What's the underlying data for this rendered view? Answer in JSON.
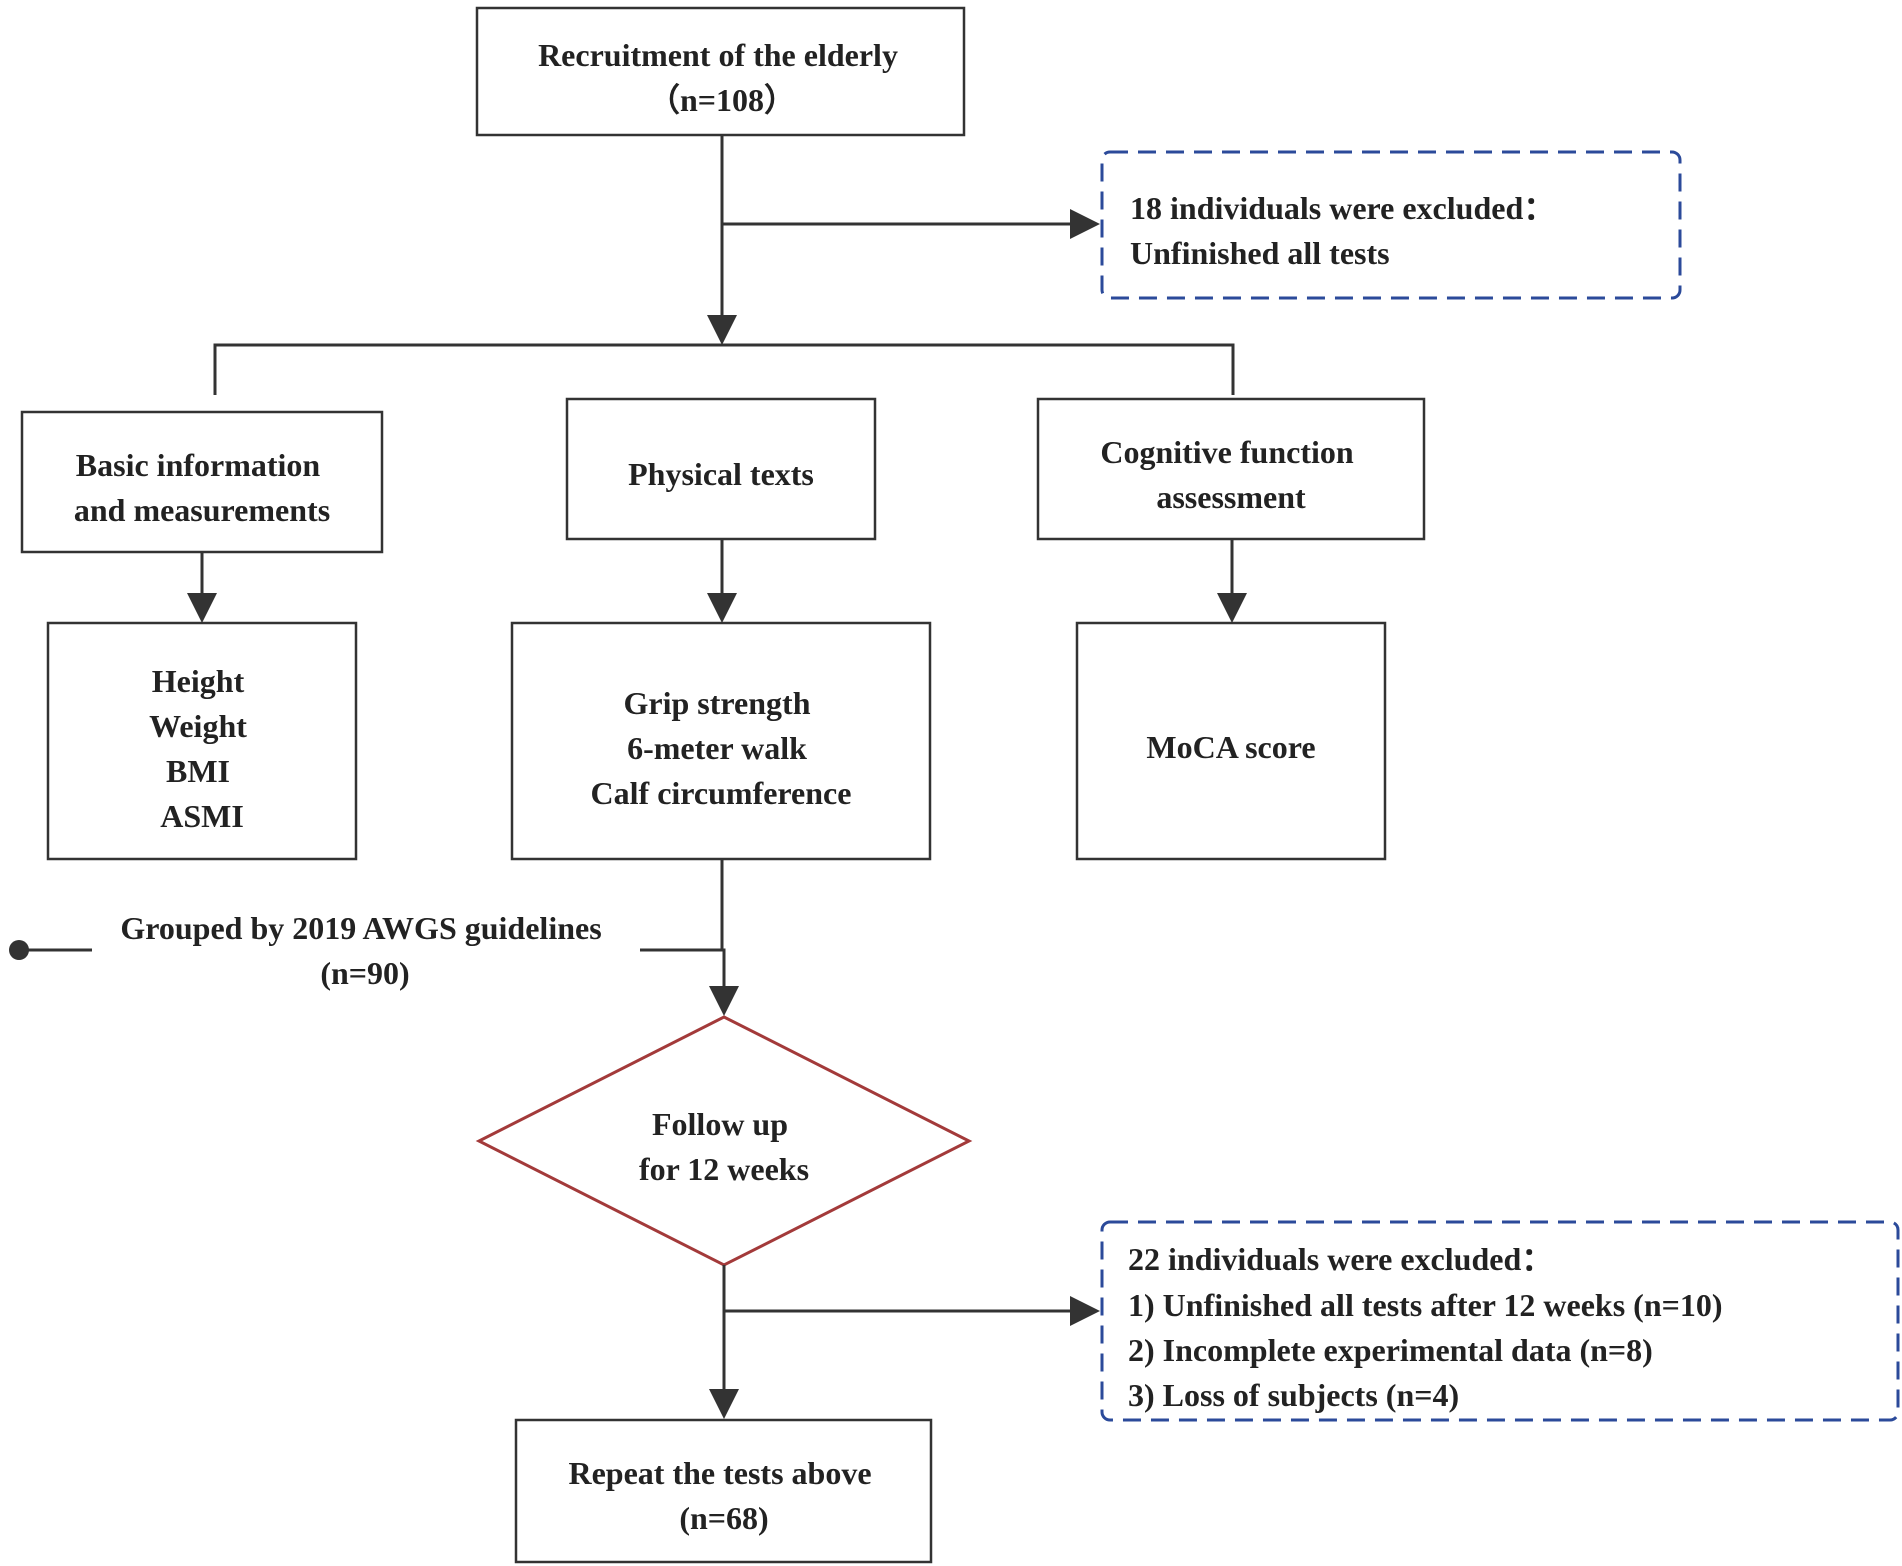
{
  "nodes": {
    "recruitment": {
      "lines": [
        "Recruitment of the elderly",
        "（n=108）"
      ]
    },
    "excluded1": {
      "lines": [
        "18 individuals were excluded：",
        "Unfinished all tests"
      ]
    },
    "basic": {
      "lines": [
        "Basic information",
        "and measurements"
      ]
    },
    "physical": {
      "lines": [
        "Physical texts"
      ]
    },
    "cognitive": {
      "lines": [
        "Cognitive function",
        "assessment"
      ]
    },
    "basic_items": {
      "lines": [
        "Height",
        "Weight",
        "BMI",
        "ASMI"
      ]
    },
    "physical_items": {
      "lines": [
        "Grip strength",
        "6-meter walk",
        "Calf circumference"
      ]
    },
    "cognitive_items": {
      "lines": [
        "MoCA score"
      ]
    },
    "grouped": {
      "lines": [
        "Grouped by 2019 AWGS guidelines",
        "(n=90)"
      ]
    },
    "followup": {
      "lines": [
        "Follow up",
        "for 12 weeks"
      ]
    },
    "excluded2": {
      "lines": [
        "22 individuals were excluded：",
        "1) Unfinished all tests after 12 weeks (n=10)",
        "2) Incomplete experimental data (n=8)",
        "3) Loss of subjects (n=4)"
      ]
    },
    "repeat": {
      "lines": [
        "Repeat the tests above",
        "(n=68)"
      ]
    }
  },
  "colors": {
    "line": "#333333",
    "text": "#222222",
    "dashed_border": "#2b4a9a",
    "diamond_border": "#a33a3a"
  }
}
